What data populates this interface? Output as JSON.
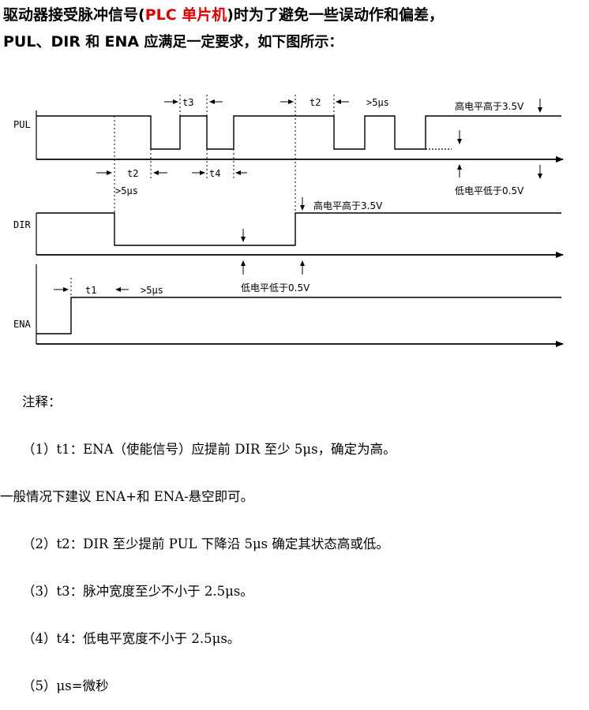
{
  "intro": {
    "l1a": "驱动器接受脉冲信号(",
    "l1b": "PLC 单片机",
    "l1c": ")时为了避免一些误动作和偏差，",
    "l2a": "PUL",
    "l2b": "、",
    "l2c": "DIR",
    "l2d": " 和 ",
    "l2e": "ENA",
    "l2f": " 应满足一定要求，如下图所示："
  },
  "signals": {
    "pul": "PUL",
    "dir": "DIR",
    "ena": "ENA"
  },
  "timing": {
    "t1": "t1",
    "t2": "t2",
    "t3": "t3",
    "t4": "t4",
    "min5us": ">5μs",
    "high_level": "高电平高于3.5V",
    "low_level": "低电平低于0.5V"
  },
  "notes": [
    "注释：",
    "（1）t1：ENA（使能信号）应提前 DIR 至少 5μs，确定为高。",
    "一般情况下建议 ENA+和 ENA-悬空即可。",
    "（2）t2：DIR 至少提前 PUL 下降沿 5μs 确定其状态高或低。",
    "（3）t3：脉冲宽度至少不小于 2.5μs。",
    "（4）t4：低电平宽度不小于 2.5μs。",
    "（5）μs=微秒"
  ],
  "colors": {
    "accent": "#e00000",
    "line": "#000000"
  }
}
